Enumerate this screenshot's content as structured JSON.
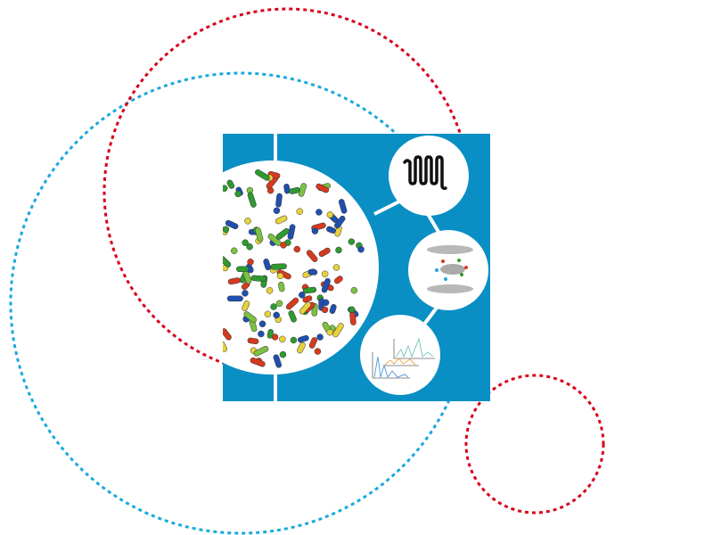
{
  "colors": {
    "panel_blue": "#0a8fc4",
    "ring_red": "#d9001b",
    "ring_blue": "#1aa8de",
    "bacteria": [
      "#2f9a2f",
      "#1f4fb0",
      "#d63a1e",
      "#e7d23a",
      "#7cc242"
    ]
  },
  "icons": [
    "microbiome-sample",
    "peptide-chain",
    "mass-spectrometer",
    "spectra-chart"
  ]
}
